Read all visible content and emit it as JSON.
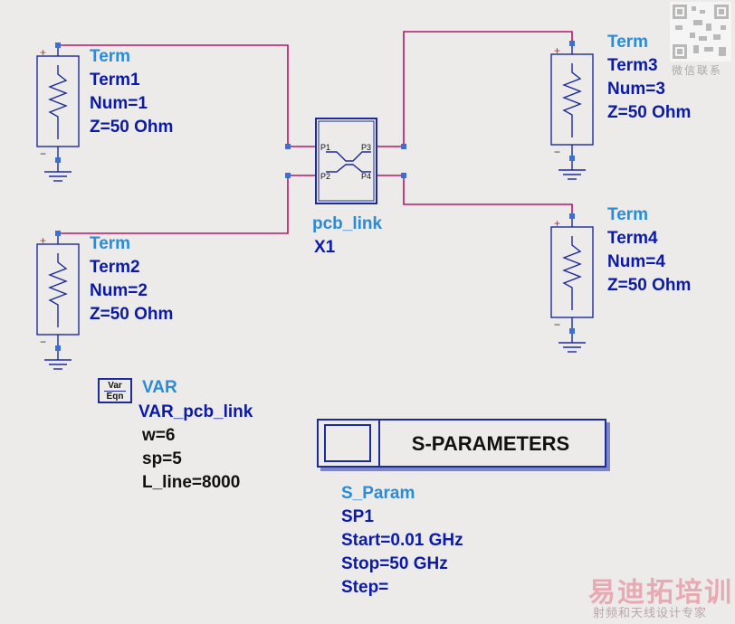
{
  "terms": [
    {
      "type": "Term",
      "name": "Term1",
      "num": "Num=1",
      "z": "Z=50 Ohm"
    },
    {
      "type": "Term",
      "name": "Term2",
      "num": "Num=2",
      "z": "Z=50 Ohm"
    },
    {
      "type": "Term",
      "name": "Term3",
      "num": "Num=3",
      "z": "Z=50 Ohm"
    },
    {
      "type": "Term",
      "name": "Term4",
      "num": "Num=4",
      "z": "Z=50 Ohm"
    }
  ],
  "pcb_link": {
    "type": "pcb_link",
    "instance": "X1",
    "pins": [
      "P1",
      "P2",
      "P3",
      "P4"
    ]
  },
  "var_block": {
    "icon_line1": "Var",
    "icon_line2": "Eqn",
    "type": "VAR",
    "name": "VAR_pcb_link",
    "params": [
      "w=6",
      "sp=5",
      "L_line=8000"
    ]
  },
  "sparam": {
    "title": "S-PARAMETERS",
    "type": "S_Param",
    "name": "SP1",
    "params": [
      "Start=0.01 GHz",
      "Stop=50 GHz",
      "Step="
    ]
  },
  "symbols": {
    "plus": "+",
    "minus": "−"
  },
  "watermark": {
    "qr_text": "微信联系",
    "brand": "易迪拓培训",
    "brand_sub": "射频和天线设计专家"
  },
  "colors": {
    "wire": "#b5176b",
    "component": "#1c2a9a",
    "pin": "#3a6fd6",
    "type_label": "#2a8bd6",
    "param_label": "#0b1aa8"
  }
}
